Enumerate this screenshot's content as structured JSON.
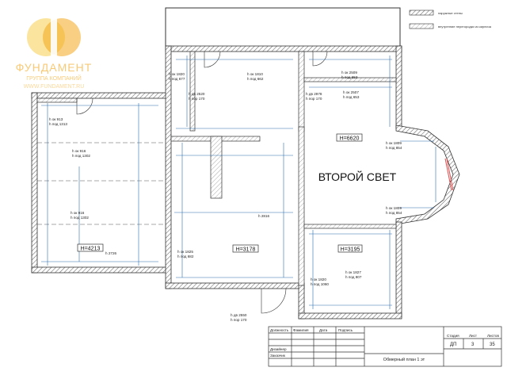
{
  "logo": {
    "brand": "ФУНДАМЕНТ",
    "group": "ГРУППА КОМПАНИЙ",
    "site": "WWW.FUNDAMENT.RU"
  },
  "legend": {
    "items": [
      {
        "label": "наружные стены",
        "color": "#7a7a7a"
      },
      {
        "label": "внутренние перегородки из кирпича",
        "color": "#b5b5b5"
      }
    ]
  },
  "rooms": {
    "second_light": "ВТОРОЙ СВЕТ",
    "height_labels": [
      "H=6620",
      "H=3195",
      "H=4213",
      "H=3178"
    ]
  },
  "openings": [
    "h ок 1820",
    "h под 677",
    "h ок 1810",
    "h под 662",
    "h ок 2509",
    "h под 653",
    "h дв 2520",
    "h пор 170",
    "h дв 2978",
    "h пор 170",
    "h ок 2507",
    "h под 653",
    "h ок 913",
    "h под 1313",
    "h ок 916",
    "h под 1302",
    "h ок 916",
    "h под 1302",
    "h ок 1809",
    "h под 854",
    "h ок 1809",
    "h под 854",
    "h ок 1825",
    "h под 682",
    "h ок 1820",
    "h под 1060",
    "h ок 1827",
    "h под 807",
    "h дв 2550",
    "h пор 170"
  ],
  "misc_labels": [
    "h 2726",
    "h 2816"
  ],
  "title_block": {
    "headers": [
      "Должность",
      "Фамилия",
      "Дата",
      "Подпись"
    ],
    "roles": [
      "Дизайнер",
      "Заказчик"
    ],
    "sheet_headers": [
      "Стадия",
      "Лист",
      "Листов"
    ],
    "stage": "ДП",
    "sheet": "3",
    "sheets": "35",
    "drawing_title": "Обмерный план 1 эт"
  },
  "colors": {
    "wall": "#333333",
    "hatch": "#7d7d7d",
    "dim": "#2b6fb0",
    "logo_orange": "#f3a81e",
    "logo_yellow": "#f7cf4e",
    "window_red": "#e05050"
  }
}
